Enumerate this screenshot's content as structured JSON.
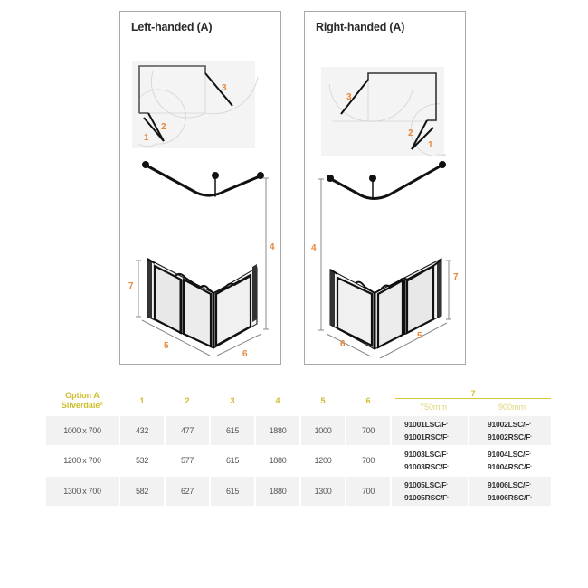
{
  "panels": {
    "left": {
      "title": "Left-handed (A)",
      "plan_labels": [
        "1",
        "2",
        "3"
      ],
      "dim_labels": {
        "d4": "4",
        "d5": "5",
        "d6": "6",
        "d7": "7"
      }
    },
    "right": {
      "title": "Right-handed (A)",
      "plan_labels": [
        "1",
        "2",
        "3"
      ],
      "dim_labels": {
        "d4": "4",
        "d5": "5",
        "d6": "6",
        "d7": "7"
      }
    }
  },
  "colors": {
    "header_gold": "#cdbd2a",
    "dimension_orange": "#e8883a",
    "row_grey": "#f2f2f2",
    "panel_border": "#a9a9a9"
  },
  "table": {
    "option_label_line1": "Option A",
    "option_label_line2": "Silverdale",
    "option_label_mark": "®",
    "columns": [
      "1",
      "2",
      "3",
      "4",
      "5",
      "6"
    ],
    "group_header": "7",
    "sub_columns": [
      "750mm",
      "900mm"
    ],
    "rows": [
      {
        "size": "1000 x 700",
        "values": [
          "432",
          "477",
          "615",
          "1880",
          "1000",
          "700"
        ],
        "codes_750": [
          "91001LSC/F",
          "91001RSC/F"
        ],
        "codes_900": [
          "91002LSC/F",
          "91002RSC/F"
        ]
      },
      {
        "size": "1200 x 700",
        "values": [
          "532",
          "577",
          "615",
          "1880",
          "1200",
          "700"
        ],
        "codes_750": [
          "91003LSC/F",
          "91003RSC/F"
        ],
        "codes_900": [
          "91004LSC/F",
          "91004RSC/F"
        ]
      },
      {
        "size": "1300 x 700",
        "values": [
          "582",
          "627",
          "615",
          "1880",
          "1300",
          "700"
        ],
        "codes_750": [
          "91005LSC/F",
          "91005RSC/F"
        ],
        "codes_900": [
          "91006LSC/F",
          "91006RSC/F"
        ]
      }
    ],
    "code_suffix_mark": "*"
  }
}
